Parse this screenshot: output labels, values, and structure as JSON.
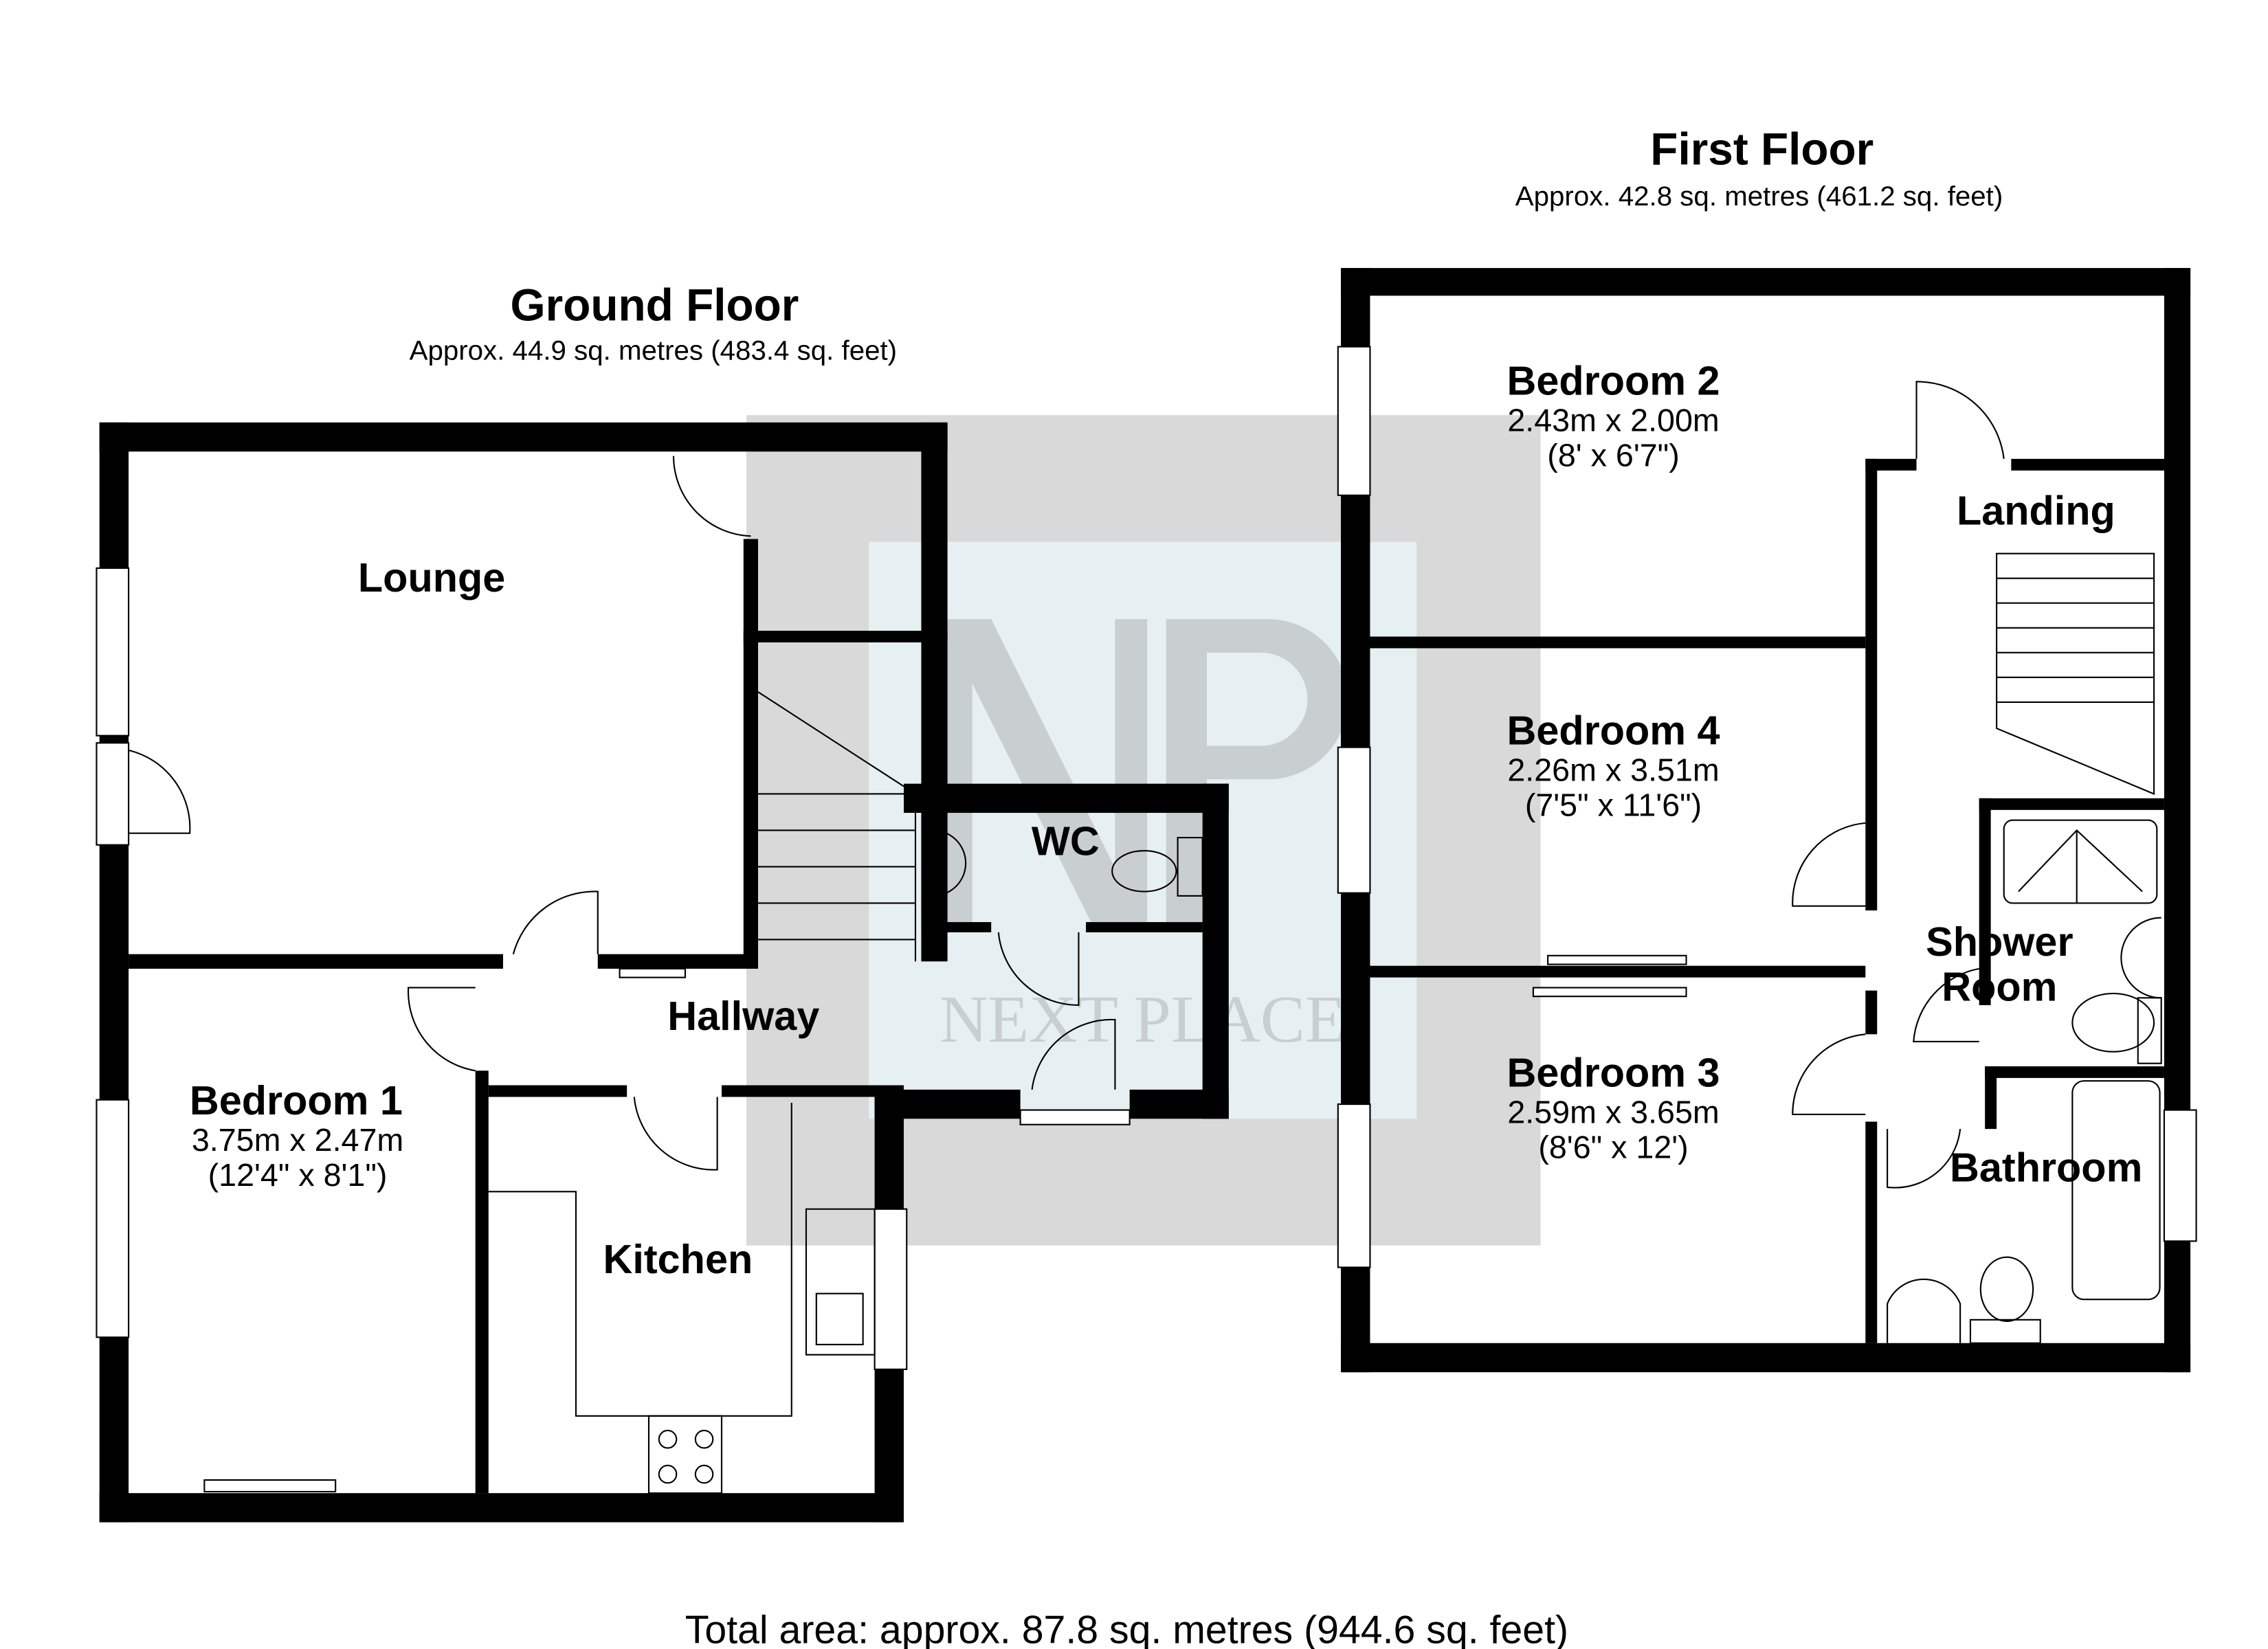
{
  "ground_floor": {
    "title": "Ground Floor",
    "area": "Approx. 44.9 sq. metres (483.4 sq. feet)",
    "rooms": [
      {
        "name": "Lounge"
      },
      {
        "name": "Bedroom 1",
        "dim_m": "3.75m x 2.47m",
        "dim_ft": "(12'4\" x 8'1\")"
      },
      {
        "name": "Hallway"
      },
      {
        "name": "Kitchen"
      },
      {
        "name": "WC"
      }
    ]
  },
  "first_floor": {
    "title": "First Floor",
    "area": "Approx. 42.8 sq. metres (461.2 sq. feet)",
    "rooms": [
      {
        "name": "Bedroom 2",
        "dim_m": "2.43m x 2.00m",
        "dim_ft": "(8' x 6'7\")"
      },
      {
        "name": "Landing"
      },
      {
        "name": "Bedroom 4",
        "dim_m": "2.26m x 3.51m",
        "dim_ft": "(7'5\" x 11'6\")"
      },
      {
        "name": "Shower",
        "name2": "Room"
      },
      {
        "name": "Bedroom 3",
        "dim_m": "2.59m x 3.65m",
        "dim_ft": "(8'6\" x 12')"
      },
      {
        "name": "Bathroom"
      }
    ]
  },
  "total_area": "Total area: approx. 87.8 sq. metres (944.6 sq. feet)",
  "watermark": {
    "monogram": "NP",
    "name": "NEXT PLACE"
  },
  "colors": {
    "wall": "#000000",
    "watermark_outer": "#d9d9d9",
    "watermark_inner": "#e6f0f2"
  }
}
